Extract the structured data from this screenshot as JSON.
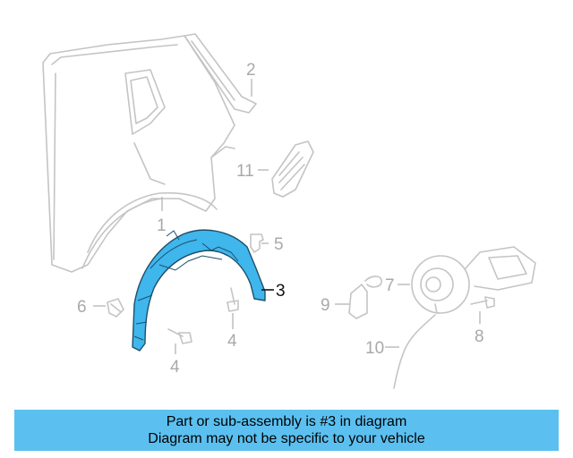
{
  "callouts": {
    "c1": "1",
    "c2": "2",
    "c3": "3",
    "c4a": "4",
    "c4b": "4",
    "c5": "5",
    "c6": "6",
    "c7": "7",
    "c8": "8",
    "c9": "9",
    "c10": "10",
    "c11": "11"
  },
  "highlight_part": "3",
  "colors": {
    "highlight_fill": "#3fb6ec",
    "highlight_stroke": "#1d4f6a",
    "banner_bg": "#5bc0f0",
    "outline": "#c4c4c4"
  },
  "banner": {
    "line1": "Part or sub-assembly is #3 in diagram",
    "line2": "Diagram may not be specific to your vehicle"
  }
}
